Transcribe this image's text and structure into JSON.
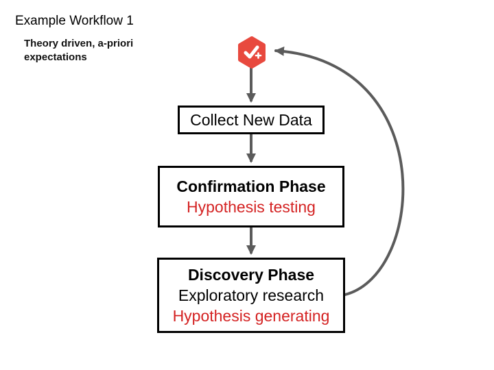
{
  "slide": {
    "title": "Example Workflow 1",
    "subtitle": "Theory driven, a-priori expectations"
  },
  "diagram": {
    "icon": {
      "name": "check-plus-badge",
      "color": "#e8493e"
    },
    "nodes": [
      {
        "id": "collect-new-data",
        "lines": [
          {
            "text": "Collect New Data",
            "style": "regular"
          }
        ]
      },
      {
        "id": "confirmation-phase",
        "lines": [
          {
            "text": "Confirmation Phase",
            "style": "bold"
          },
          {
            "text": "Hypothesis testing",
            "style": "red"
          }
        ]
      },
      {
        "id": "discovery-phase",
        "lines": [
          {
            "text": "Discovery Phase",
            "style": "bold"
          },
          {
            "text": "Exploratory research",
            "style": "regular"
          },
          {
            "text": "Hypothesis generating",
            "style": "red"
          }
        ]
      }
    ],
    "flow": [
      "check-plus-badge -> collect-new-data",
      "collect-new-data -> confirmation-phase",
      "confirmation-phase -> discovery-phase",
      "discovery-phase -> check-plus-badge (loop back)"
    ],
    "colors": {
      "red_text": "#d42222",
      "icon_red": "#e8493e",
      "arrow_gray": "#5b5b5b",
      "box_border": "#000000",
      "background": "#ffffff"
    }
  }
}
